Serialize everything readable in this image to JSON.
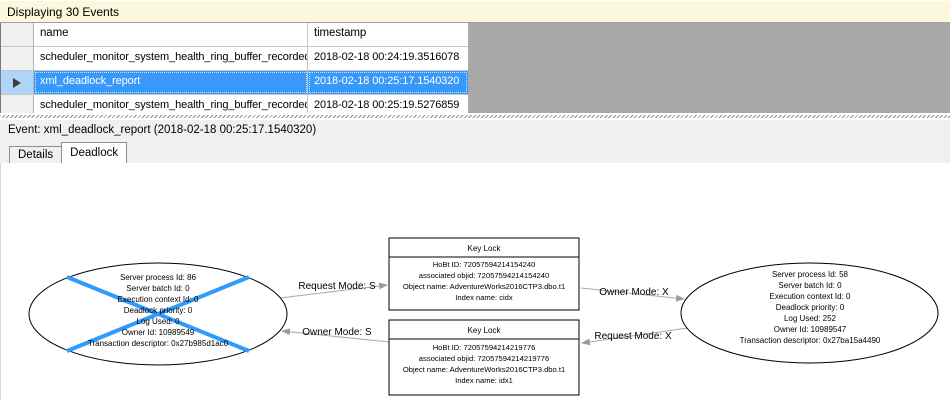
{
  "header": {
    "title": "Displaying 30 Events"
  },
  "table": {
    "columns": [
      "name",
      "timestamp"
    ],
    "rows": [
      {
        "name": "scheduler_monitor_system_health_ring_buffer_recorded",
        "timestamp": "2018-02-18 00:24:19.3516078",
        "selected": false
      },
      {
        "name": "xml_deadlock_report",
        "timestamp": "2018-02-18 00:25:17.1540320",
        "selected": true
      },
      {
        "name": "scheduler_monitor_system_health_ring_buffer_recorded",
        "timestamp": "2018-02-18 00:25:19.5276859",
        "selected": false
      }
    ]
  },
  "event_bar": {
    "text": "Event: xml_deadlock_report (2018-02-18 00:25:17.1540320)"
  },
  "tabs": [
    {
      "label": "Details",
      "active": false
    },
    {
      "label": "Deadlock",
      "active": true
    }
  ],
  "graph": {
    "victim_process": {
      "lines": [
        "Server process Id: 86",
        "Server batch Id: 0",
        "Execution context Id: 0",
        "Deadlock priority: 0",
        "Log Used: 0",
        "Owner Id: 10989549",
        "Transaction descriptor: 0x27b985d1ac0"
      ]
    },
    "survivor_process": {
      "lines": [
        "Server process Id: 58",
        "Server batch Id: 0",
        "Execution context Id: 0",
        "Deadlock priority: 0",
        "Log Used: 252",
        "Owner Id: 10989547",
        "Transaction descriptor: 0x27ba15a4490"
      ]
    },
    "resource_top": {
      "title": "Key Lock",
      "lines": [
        "HoBt ID: 72057594214154240",
        "associated objid: 72057594214154240",
        "Object name: AdventureWorks2016CTP3.dbo.t1",
        "Index name: cidx"
      ]
    },
    "resource_bottom": {
      "title": "Key Lock",
      "lines": [
        "HoBt ID: 72057594214219776",
        "associated objid: 72057594214219776",
        "Object name: AdventureWorks2016CTP3.dbo.t1",
        "Index name: idx1"
      ]
    },
    "edges": {
      "request_s": "Request Mode: S",
      "owner_s": "Owner Mode: S",
      "owner_x": "Owner Mode: X",
      "request_x": "Request Mode: X"
    }
  },
  "colors": {
    "selection_blue": "#3899fa",
    "selection_rowheader": "#aed4f8",
    "count_bar_yellow": "#fbf8dc",
    "filler_gray": "#a9a9a9",
    "victim_cross_blue": "#2e9bff",
    "edge_gray": "#a8a8a8"
  }
}
